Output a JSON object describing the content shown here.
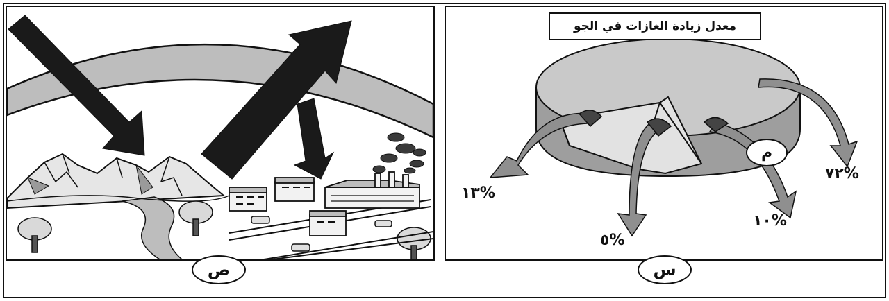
{
  "panel_right": {
    "title": "معدل زيادة الغازات في الجو",
    "callout_label": "م",
    "percent_labels": {
      "left": "%١٣",
      "bottom": "%٥",
      "mid_right": "%١٠",
      "far_right": "%٧٢"
    },
    "panel_label": "س"
  },
  "panel_left": {
    "panel_label": "ص"
  },
  "colors": {
    "ink": "#111111",
    "arrow_dark": "#1a1a1a",
    "atmosphere_band": "#bdbdbd",
    "pie_top": "#c9c9c9",
    "pie_side": "#9e9e9e",
    "gray_arrow": "#8f8f8f"
  },
  "icons": [
    "mountain-icon",
    "tree-icon",
    "factory-icon",
    "building-icon",
    "car-icon",
    "smoke-icon",
    "arrow-icon"
  ]
}
